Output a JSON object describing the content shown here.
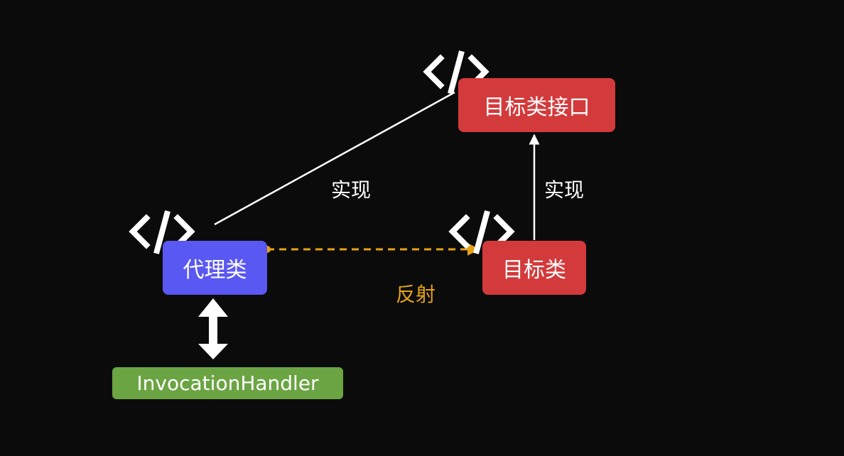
{
  "nodes": {
    "interface": {
      "label": "目标类接口"
    },
    "target": {
      "label": "目标类"
    },
    "proxy": {
      "label": "代理类"
    },
    "handler": {
      "label": "InvocationHandler"
    }
  },
  "edge_labels": {
    "implements_proxy": "实现",
    "implements_target": "实现",
    "reflection": "反射"
  },
  "icons": {
    "code_icon": "code-brackets-icon"
  },
  "colors": {
    "background": "#0b0b0b",
    "interface_box": "#d33a3b",
    "target_box": "#d33a3b",
    "proxy_box": "#5a58f2",
    "handler_box": "#6ba443",
    "reflection_line": "#e4a213",
    "lines": "#ffffff"
  }
}
